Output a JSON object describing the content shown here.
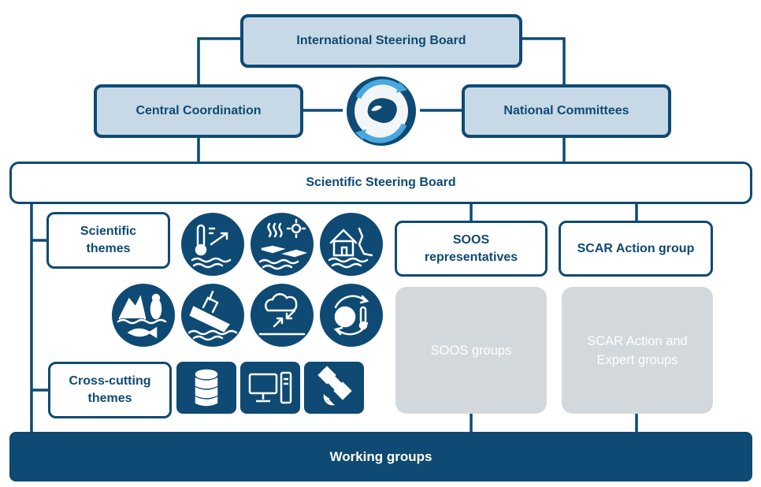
{
  "diagram": {
    "international_steering_board": "International Steering Board",
    "central_coordination": "Central Coordination",
    "national_committees": "National Committees",
    "scientific_steering_board": "Scientific Steering Board",
    "scientific_themes": "Scientific themes",
    "cross_cutting_themes": "Cross-cutting themes",
    "soos_representatives": "SOOS representatives",
    "scar_action_group": "SCAR Action group",
    "soos_groups": "SOOS groups",
    "scar_action_expert_groups": "SCAR Action and Expert groups",
    "working_groups": "Working groups"
  },
  "theme_icons": [
    "ocean-warming-icon",
    "sea-ice-melt-icon",
    "coastal-flooding-icon",
    "marine-wildlife-icon",
    "shipwreck-icon",
    "atmosphere-exchange-icon",
    "global-climate-cycle-icon"
  ],
  "cross_cutting_icons": [
    "database-icon",
    "computer-icon",
    "satellite-icon"
  ],
  "colors": {
    "primary": "#0e4a73",
    "light_box": "#c7d9e6",
    "grey_box": "#d3d8dd",
    "cycle_arrow": "#4aa8e0"
  }
}
